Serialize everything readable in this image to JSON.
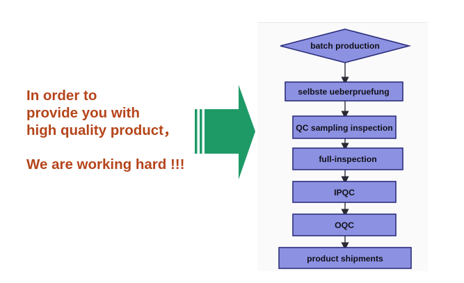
{
  "intro": {
    "lines": [
      "In order to",
      "provide you with",
      "high quality product，"
    ],
    "emphasis": "We are working hard !!!"
  },
  "colors": {
    "text_orange": "#b5451b",
    "arrow_green": "#1e9a67",
    "box_fill": "#8c91e2",
    "box_border": "#2c2f7a",
    "connector": "#2a2a34"
  },
  "flowchart": {
    "start": "batch production",
    "steps": [
      "selbste ueberpruefung",
      "QC sampling inspection",
      "full-inspection",
      "IPQC",
      "OQC",
      "product shipments"
    ]
  }
}
